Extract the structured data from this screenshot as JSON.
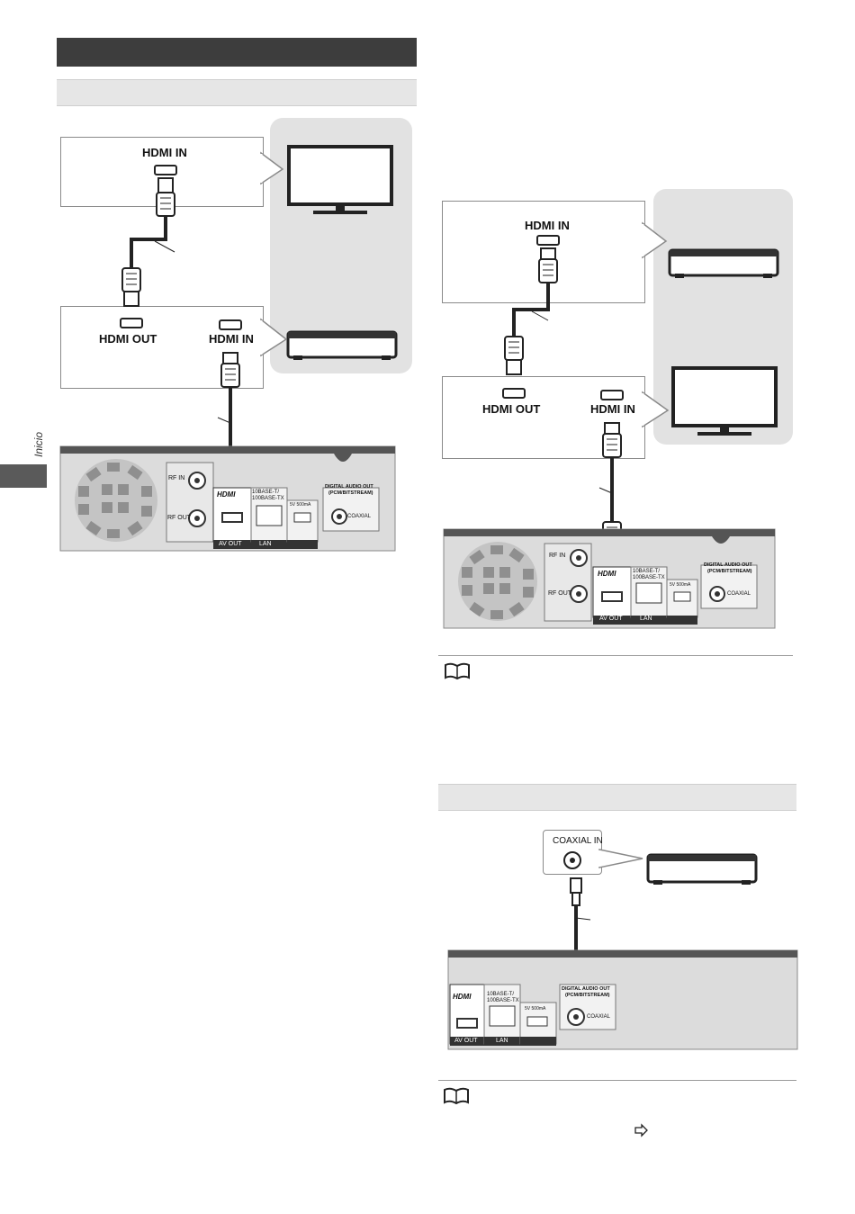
{
  "side_tab": {
    "label": "Inicio"
  },
  "left_diagram": {
    "tv_port_label": "HDMI IN",
    "player_out_label": "HDMI OUT",
    "receiver_in_label": "HDMI IN"
  },
  "right_diagram": {
    "receiver_port_label": "HDMI IN",
    "player_out_label": "HDMI OUT",
    "tv_in_label": "HDMI IN"
  },
  "coaxial_diagram": {
    "port_label": "COAXIAL IN"
  },
  "rear_panel": {
    "rf_in": "RF IN",
    "rf_out": "RF OUT",
    "hdmi_logo": "HDMI",
    "av_out": "AV OUT",
    "lan_spec_1": "10BASE-T/",
    "lan_spec_2": "100BASE-TX",
    "lan": "LAN",
    "usb_power": "5V 500mA",
    "digital_audio_1": "DIGITAL AUDIO OUT",
    "digital_audio_2": "(PCM/BITSTREAM)",
    "coaxial": "COAXIAL"
  },
  "colors": {
    "dark_bar": "#3d3d3d",
    "light_bar": "#e6e6e6",
    "panel": "#e2e2e2"
  }
}
